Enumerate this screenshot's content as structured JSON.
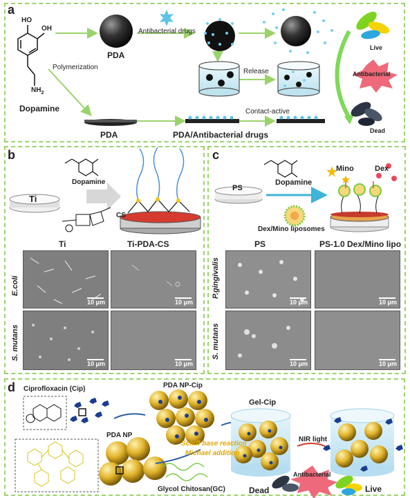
{
  "panel_a": {
    "label": "a",
    "polymerization": "Polymerization",
    "dopamine": "Dopamine",
    "pda_top": "PDA",
    "antibacterial_drugs": "Antibacterial drugs",
    "release": "Release",
    "pda_bottom": "PDA",
    "pda_antibacterial": "PDA/Antibacterial drugs",
    "contact_active": "Contact-active",
    "live": "Live",
    "antibacterial": "Antibacterial",
    "dead": "Dead",
    "oh1": "OH",
    "ho1": "HO",
    "nh2": "NH",
    "nh2_sub": "2"
  },
  "panel_b": {
    "label": "b",
    "ti": "Ti",
    "dopamine": "Dopamine",
    "cs": "CS",
    "col_ti": "Ti",
    "col_ti_pda_cs": "Ti-PDA-CS",
    "row_ecoli": "E.coli",
    "row_smutans": "S. mutans",
    "scale": "10 μm"
  },
  "panel_c": {
    "label": "c",
    "ps": "PS",
    "dopamine": "Dopamine",
    "mino": "Mino",
    "dex": "Dex",
    "liposomes": "Dex/Mino liposomes",
    "col_ps": "PS",
    "col_ps_lipo": "PS-1.0 Dex/Mino lipo",
    "row_pg": "P.gingivalis",
    "row_smutans": "S. mutans",
    "scale": "10 μm"
  },
  "panel_d": {
    "label": "d",
    "cip": "Ciprofloxacin (Cip)",
    "pda_np_cip": "PDA NP-Cip",
    "gel_cip": "Gel-Cip",
    "pda_np": "PDA NP",
    "schiff": "Schiff base reaction",
    "michael": "Michael addition",
    "nir": "NIR light",
    "glycol": "Glycol Chitosan(GC)",
    "antibacterial": "Antibacterial",
    "dead": "Dead",
    "live": "Live"
  }
}
